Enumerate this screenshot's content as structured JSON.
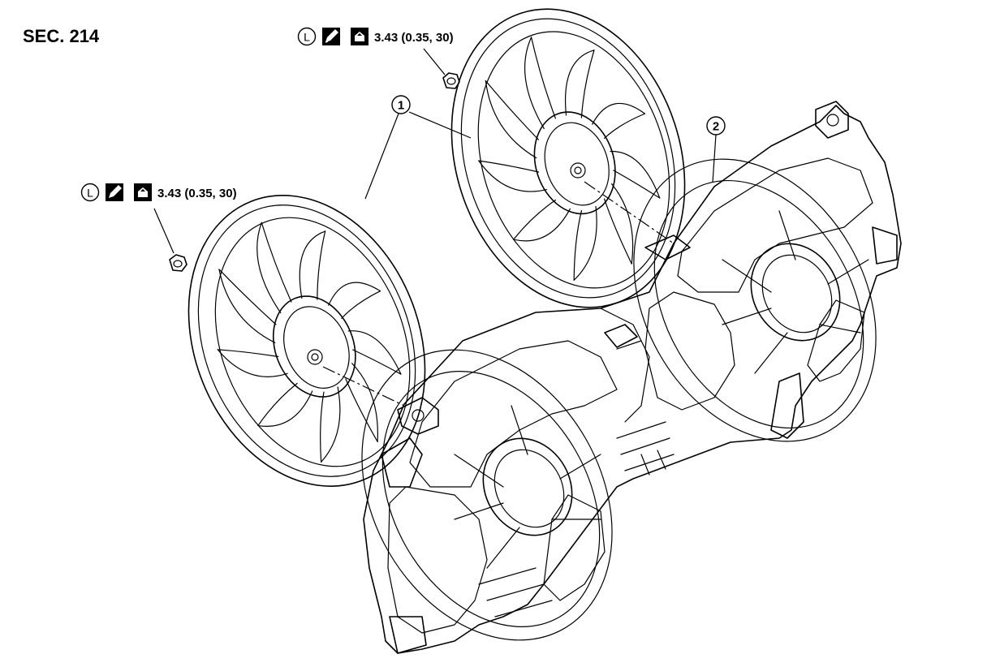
{
  "section_label": "SEC. 214",
  "callouts": [
    {
      "id": "1",
      "text": "1"
    },
    {
      "id": "2",
      "text": "2"
    }
  ],
  "torque_specs": [
    {
      "symbol_letter": "L",
      "value": "3.43 (0.35, 30)"
    },
    {
      "symbol_letter": "L",
      "value": "3.43 (0.35, 30)"
    }
  ],
  "parts": {
    "fan_blade_count": 9,
    "icons": [
      "locking-sealant-icon",
      "pen-icon",
      "torque-wrench-icon",
      "nut-icon",
      "fan-blade-icon",
      "fan-shroud-icon"
    ]
  }
}
